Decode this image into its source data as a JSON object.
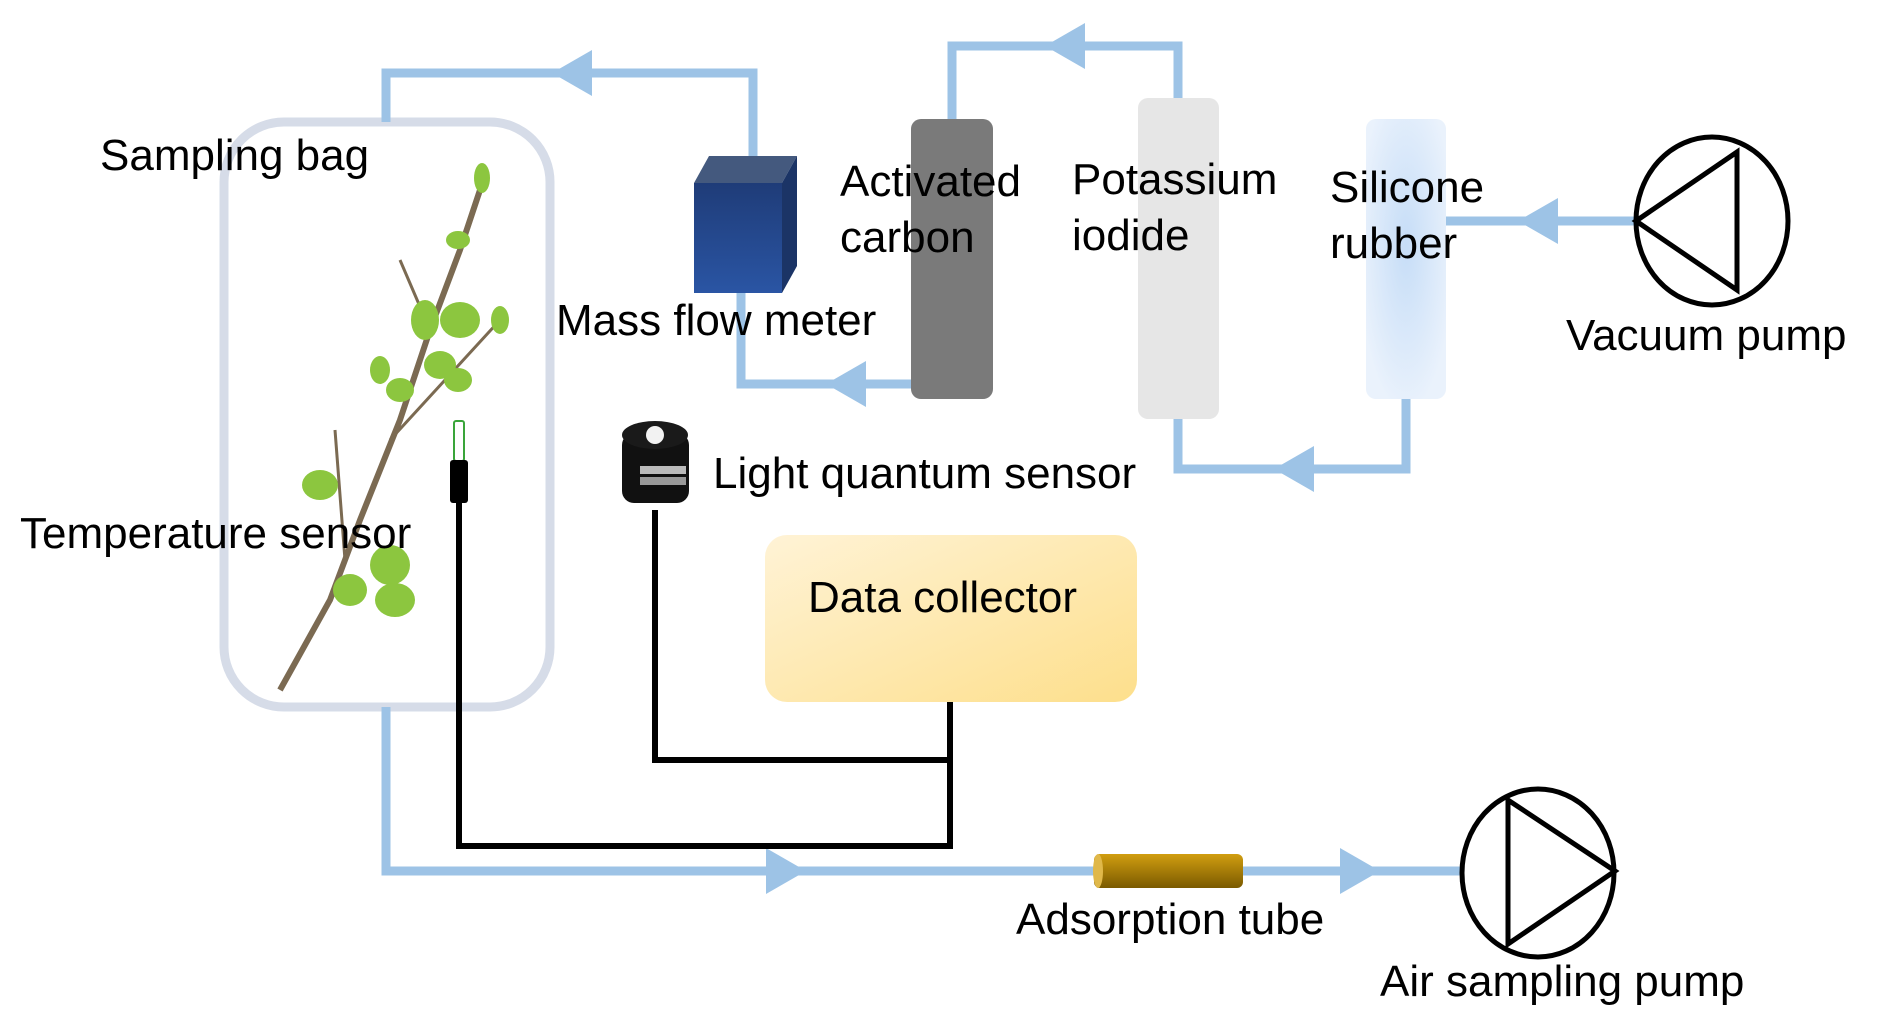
{
  "diagram": {
    "labels": {
      "sampling_bag": "Sampling bag",
      "mass_flow_meter": "Mass flow meter",
      "activated_carbon_1": "Activated",
      "activated_carbon_2": "carbon",
      "potassium_iodide_1": "Potassium",
      "potassium_iodide_2": "iodide",
      "silicone_rubber_1": "Silicone",
      "silicone_rubber_2": "rubber",
      "vacuum_pump": "Vacuum pump",
      "light_quantum_sensor": "Light quantum sensor",
      "temperature_sensor": "Temperature sensor",
      "data_collector": "Data collector",
      "adsorption_tube": "Adsorption tube",
      "air_sampling_pump": "Air sampling pump"
    },
    "colors": {
      "pipe": "#9dc3e6",
      "bag_outline": "#d6dce8",
      "wire": "#000000",
      "activated_carbon": "#7a7a7a",
      "potassium_iodide": "#e6e6e6",
      "silicone_rubber": "#d6e6fa",
      "data_collector": "#fde6a8",
      "mass_flow_meter": "#244a8f",
      "adsorption_tube": "#b88a00"
    }
  }
}
